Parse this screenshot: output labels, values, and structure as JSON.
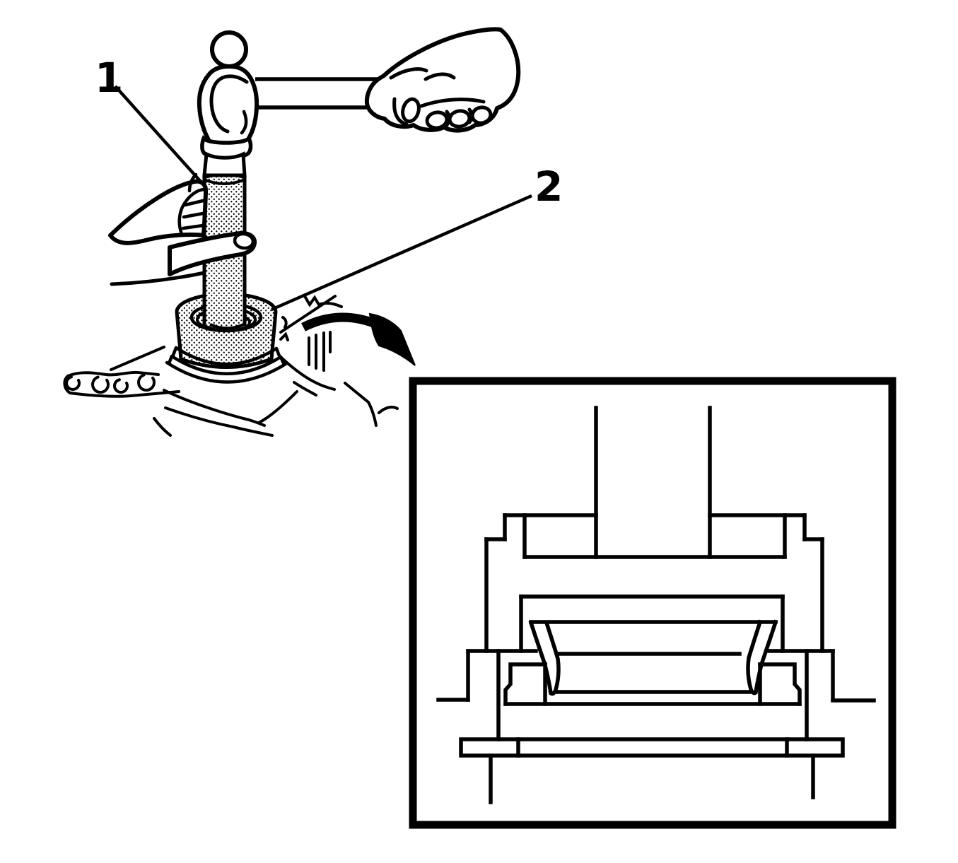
{
  "figure": {
    "type": "technical-line-illustration",
    "background_color": "#ffffff",
    "line_color": "#000000",
    "callouts": [
      {
        "label": "1"
      },
      {
        "label": "2"
      }
    ]
  }
}
